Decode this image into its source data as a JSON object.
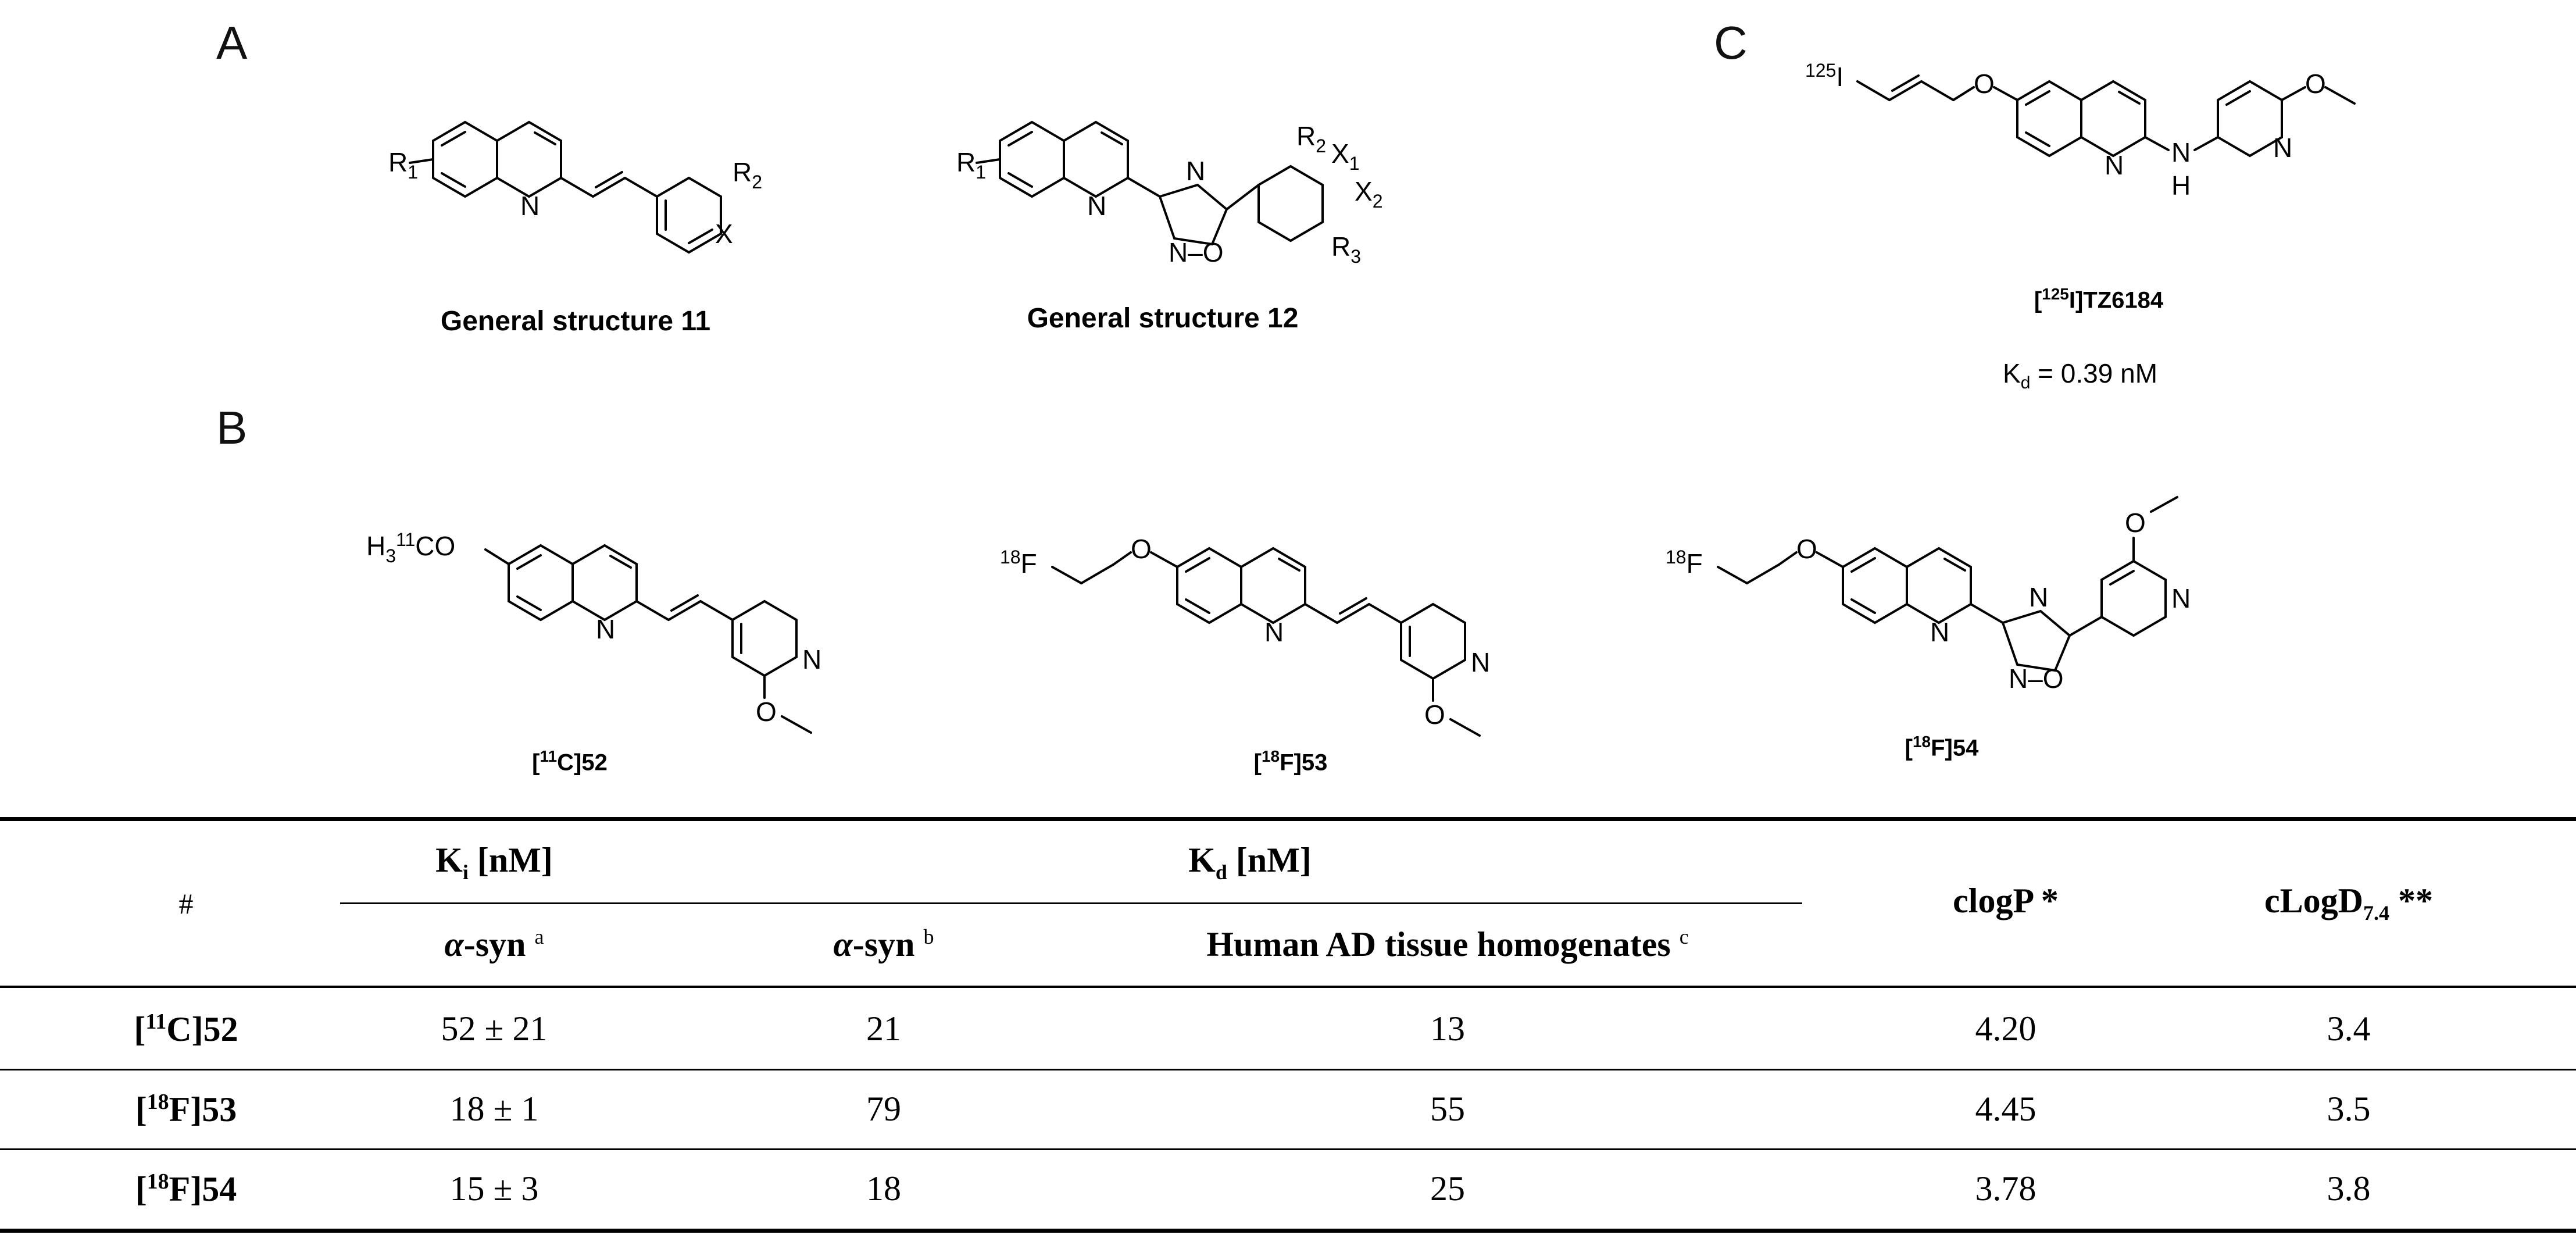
{
  "panels": {
    "a": "A",
    "b": "B",
    "c": "C"
  },
  "structures": {
    "general11": {
      "caption": "General structure 11",
      "r1": "R",
      "r1_sub": "1",
      "r2": "R",
      "r2_sub": "2",
      "n": "N",
      "x": "X"
    },
    "general12": {
      "caption": "General structure 12",
      "r1": "R",
      "r1_sub": "1",
      "r2": "R",
      "r2_sub": "2",
      "r3": "R",
      "r3_sub": "3",
      "x1": "X",
      "x1_sub": "1",
      "x2": "X",
      "x2_sub": "2",
      "n": "N",
      "o": "O",
      "n_o": "N–O"
    },
    "tz6184": {
      "caption_pre": "[",
      "caption_sup": "125",
      "caption_post": "I]TZ6184",
      "iodine_sup": "125",
      "iodine": "I",
      "o": "O",
      "n": "N",
      "nh_n": "N",
      "nh_h": "H",
      "n2": "N",
      "o2": "O",
      "kd_label": "K",
      "kd_sub": "d",
      "kd_value": " = 0.39 nM"
    },
    "c52": {
      "caption_pre": "[",
      "caption_sup": "11",
      "caption_post": "C]52",
      "methoxy_pre": "H",
      "methoxy_sub": "3",
      "methoxy_sup": "11",
      "methoxy_post": "CO",
      "n": "N",
      "n2": "N",
      "o": "O"
    },
    "f53": {
      "caption_pre": "[",
      "caption_sup": "18",
      "caption_post": "F]53",
      "f_sup": "18",
      "f": "F",
      "o": "O",
      "n": "N",
      "n2": "N",
      "o2": "O"
    },
    "f54": {
      "caption_pre": "[",
      "caption_sup": "18",
      "caption_post": "F]54",
      "f_sup": "18",
      "f": "F",
      "o": "O",
      "n": "N",
      "n_o": "N–O",
      "n3": "N",
      "o3": "O",
      "n4": "N",
      "o4": "O"
    }
  },
  "table": {
    "hash": "#",
    "ki_group": "K",
    "ki_sub": "i",
    "ki_unit": " [nM]",
    "kd_group": "K",
    "kd_sub": "d",
    "kd_unit": " [nM]",
    "col_ki_asyn": "α",
    "col_ki_asyn_post": "-syn",
    "col_ki_asyn_note": "a",
    "col_kd_asyn": "α",
    "col_kd_asyn_post": "-syn",
    "col_kd_asyn_note": "b",
    "col_kd_ad": "Human AD tissue homogenates",
    "col_kd_ad_note": "c",
    "col_clogp": "clogP *",
    "col_clogd": "cLogD",
    "col_clogd_sub": "7.4",
    "col_clogd_note": " **",
    "rows": [
      {
        "pre": "[",
        "sup": "11",
        "post": "C]52",
        "ki": "52 ± 21",
        "kd_asyn": "21",
        "kd_ad": "13",
        "clogp": "4.20",
        "clogd": "3.4"
      },
      {
        "pre": "[",
        "sup": "18",
        "post": "F]53",
        "ki": "18 ± 1",
        "kd_asyn": "79",
        "kd_ad": "55",
        "clogp": "4.45",
        "clogd": "3.5"
      },
      {
        "pre": "[",
        "sup": "18",
        "post": "F]54",
        "ki": "15 ± 3",
        "kd_asyn": "18",
        "kd_ad": "25",
        "clogp": "3.78",
        "clogd": "3.8"
      }
    ]
  }
}
